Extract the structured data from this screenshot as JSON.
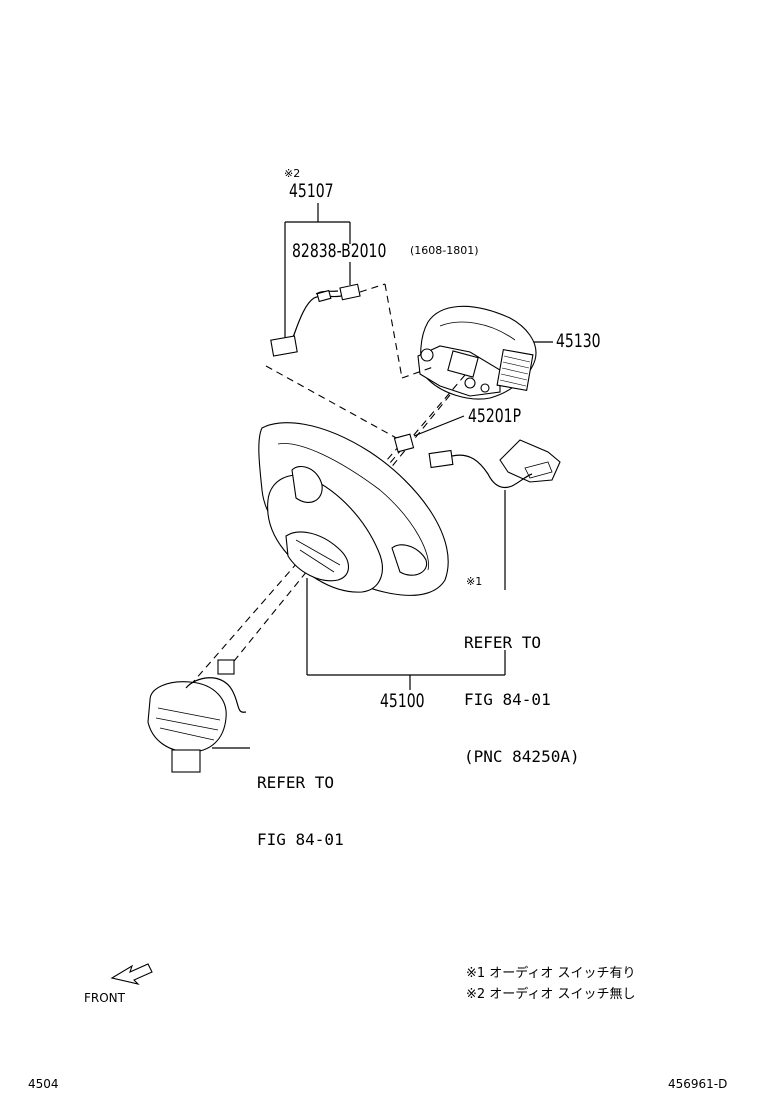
{
  "labels": {
    "note_mark_2": "※2",
    "p45107": "45107",
    "p82838": "82838-B2010",
    "p82838_range": "(1608-1801)",
    "p45130": "45130",
    "p45201p": "45201P",
    "note_mark_1": "※1",
    "refer_pnc": [
      "REFER TO",
      "FIG 84-01",
      "(PNC 84250A)"
    ],
    "p45100": "45100",
    "refer_spiral": [
      "REFER TO",
      "FIG 84-01"
    ]
  },
  "front": "FRONT",
  "legend": [
    "※1 オーディオ スイッチ有り",
    "※2 オーディオ スイッチ無し"
  ],
  "footer": {
    "left": "4504",
    "right": "456961-D"
  }
}
